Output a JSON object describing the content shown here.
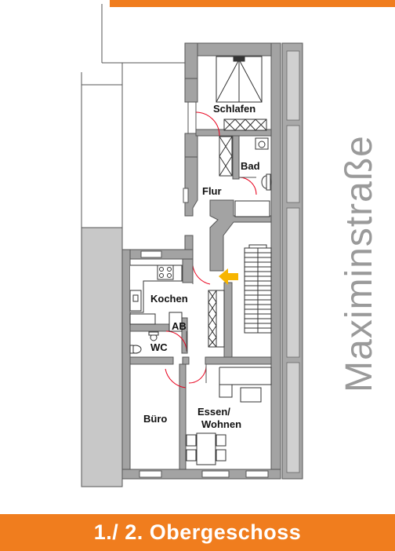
{
  "rooms": {
    "schlafen": "Schlafen",
    "bad": "Bad",
    "flur": "Flur",
    "kochen": "Kochen",
    "ab": "AB",
    "wc": "WC",
    "buero": "Büro",
    "essen_line1": "Essen/",
    "essen_line2": "Wohnen"
  },
  "street_name": "Maximinstraße",
  "floor_title": "1./ 2. Obergeschoss",
  "colors": {
    "accent": "#f07d1e",
    "wall": "#9a9a9a",
    "text": "#111111",
    "street_text": "#9a9a9a",
    "door_arc": "#e8001c",
    "entrance_arrow": "#f7b500"
  }
}
